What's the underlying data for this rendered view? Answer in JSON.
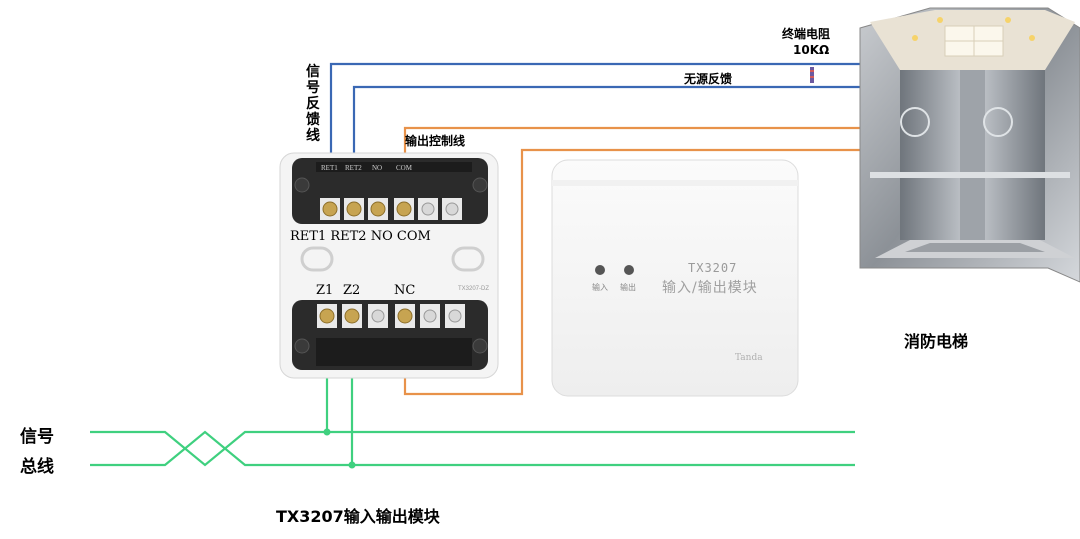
{
  "labels": {
    "signal_feedback_line": "信号反馈线",
    "terminal_resistor": "终端电阻",
    "resistor_value": "10KΩ",
    "passive_feedback": "无源反馈",
    "output_control_line": "输出控制线",
    "terminals_top": "RET1 RET2 NO COM",
    "tb_top_small": [
      "RET1",
      "RET2",
      "NO",
      "COM"
    ],
    "terminals_bottom": [
      "Z1",
      "Z2",
      "NC"
    ],
    "signal_bus_1": "信号",
    "signal_bus_2": "总线",
    "elevator": "消防电梯",
    "caption": "TX3207输入输出模块",
    "module_model": "TX3207",
    "module_name": "输入/输出模块",
    "led_input": "输入",
    "led_output": "输出",
    "brand": "Tanda",
    "base_code": "TX3207-DZ"
  },
  "colors": {
    "blue_wire": "#3a68b4",
    "orange_wire": "#e8924a",
    "green_bus": "#3fd07f"
  }
}
